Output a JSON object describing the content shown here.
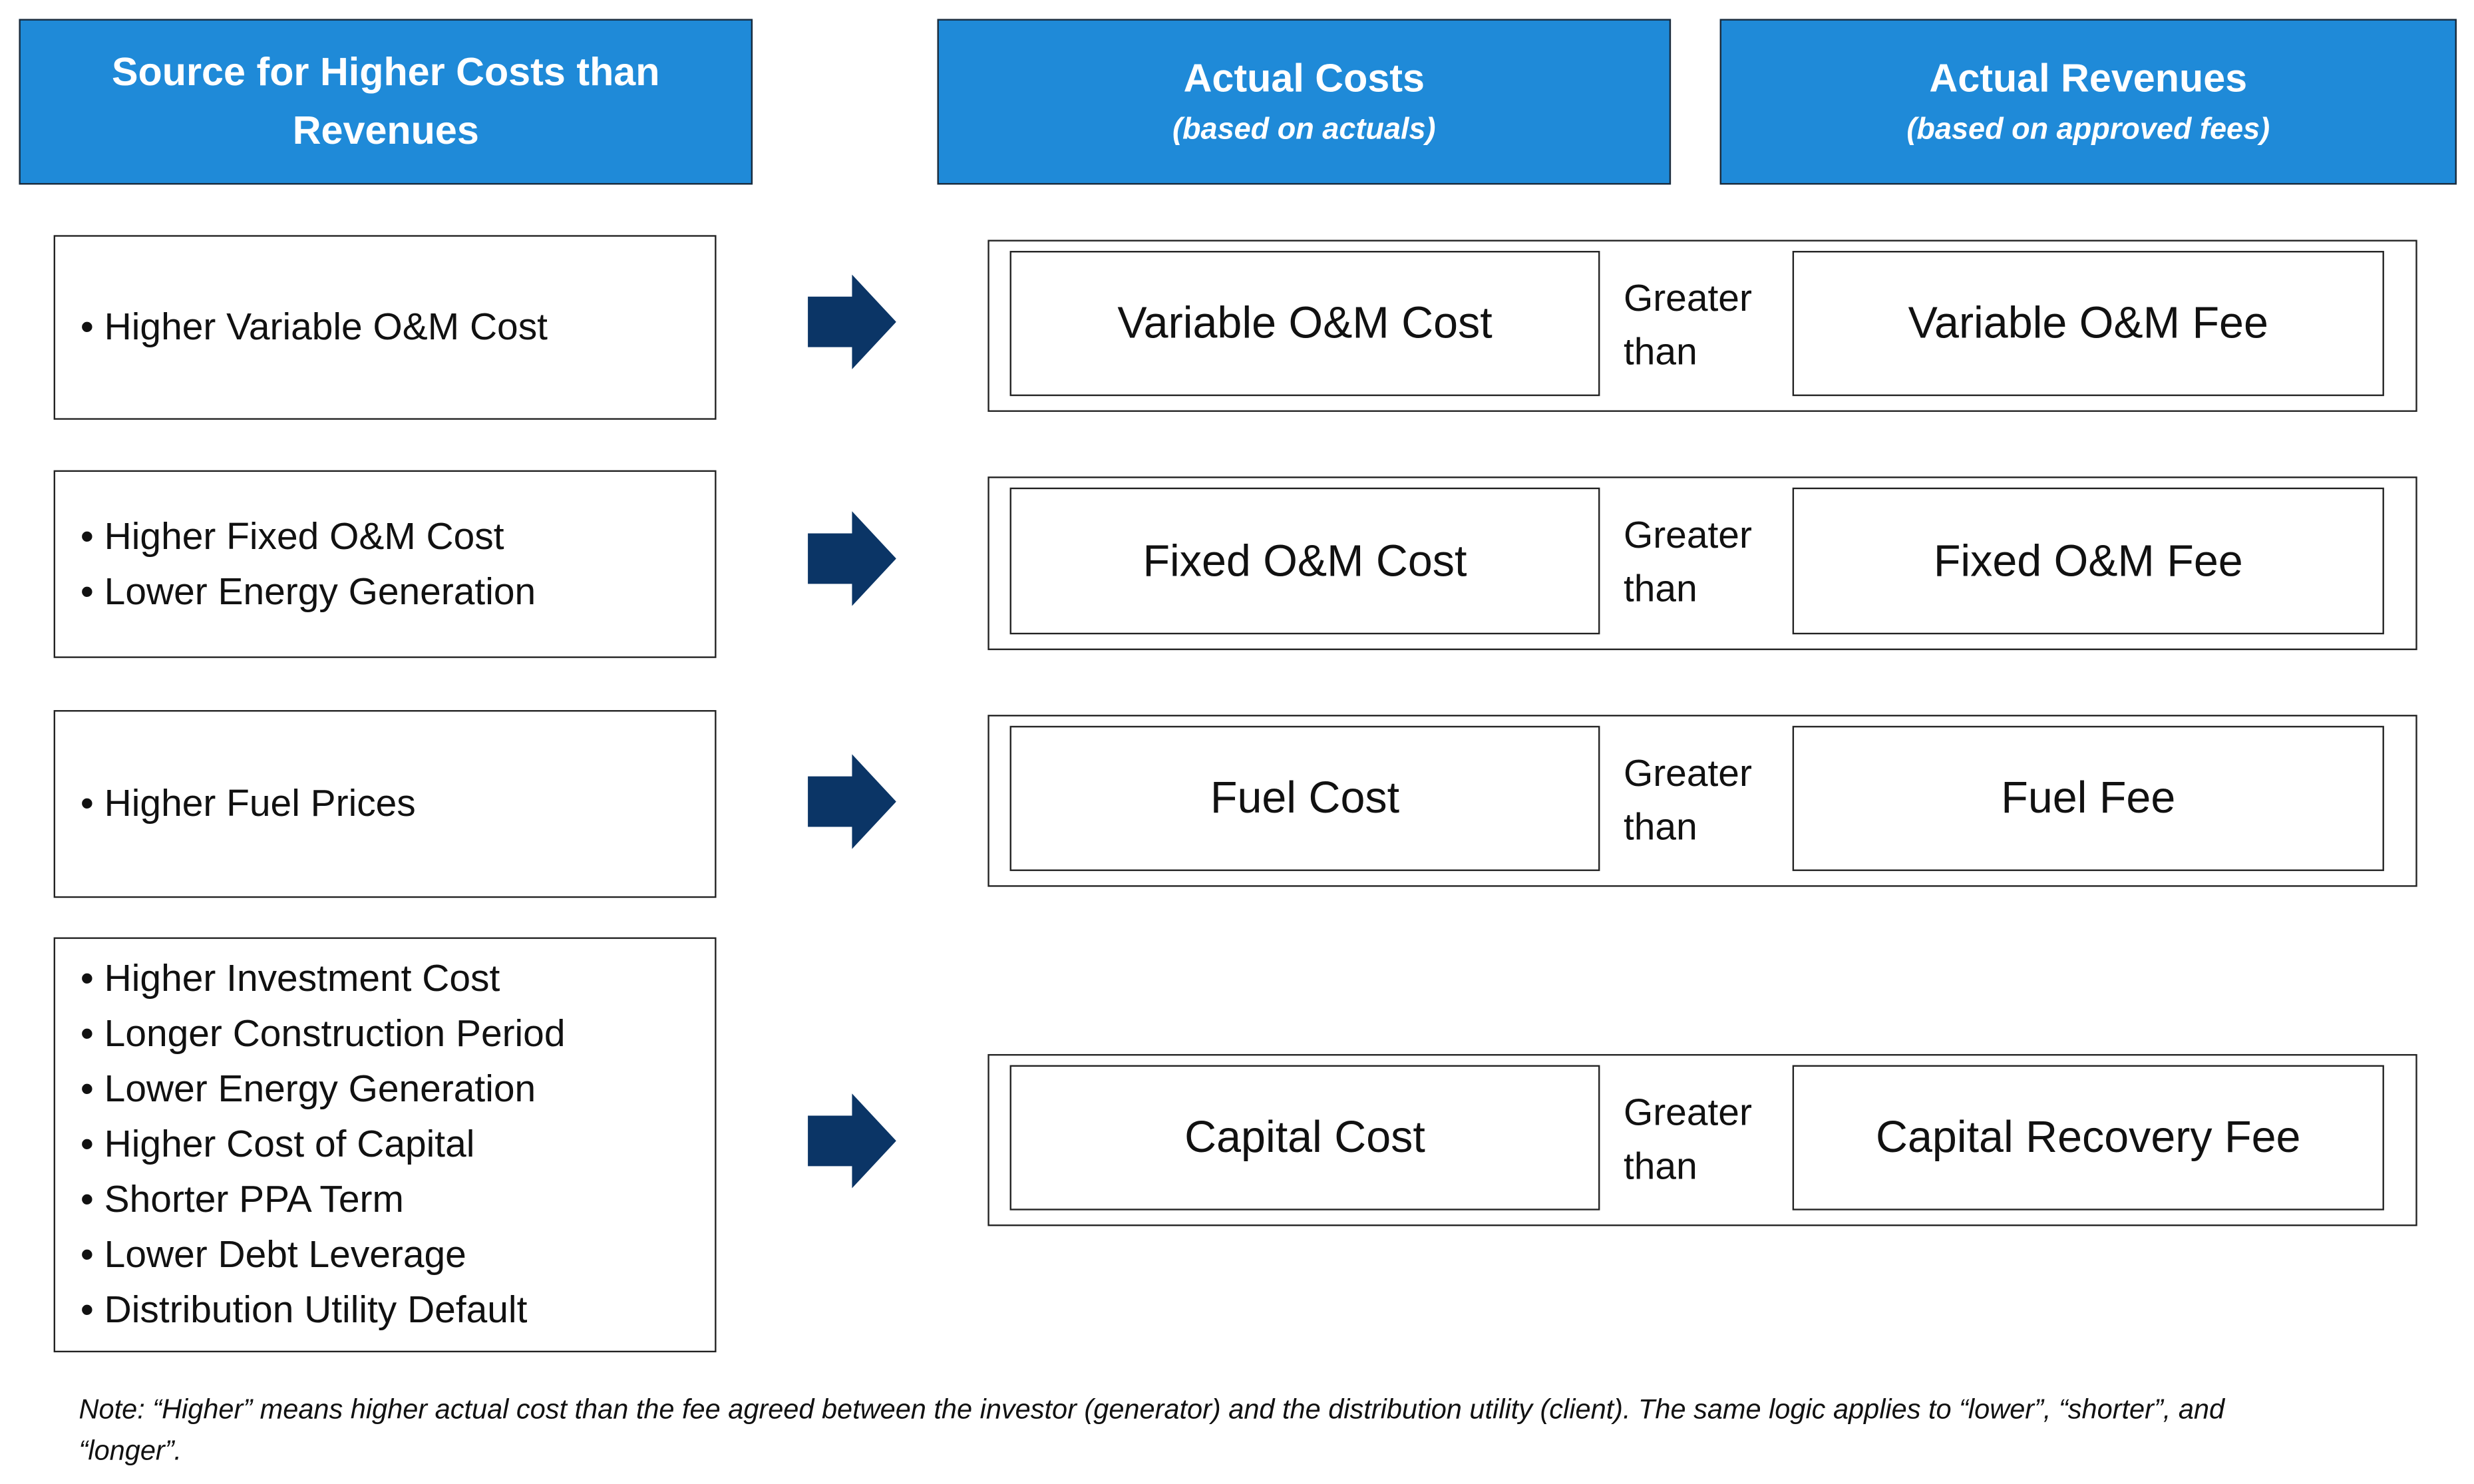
{
  "headers": {
    "source": {
      "title": "Source for Higher Costs than Revenues"
    },
    "costs": {
      "title": "Actual Costs",
      "subtitle": "(based on actuals)"
    },
    "revenues": {
      "title": "Actual Revenues",
      "subtitle": "(based on approved fees)"
    }
  },
  "colors": {
    "header_fill": "#1f8ad8",
    "arrow": "#0b3566"
  },
  "rows": [
    {
      "sources": [
        "Higher Variable O&M Cost"
      ],
      "cost": "Variable O&M Cost",
      "relation": "Greater than",
      "fee": "Variable O&M Fee",
      "icon": "arrow-right-icon"
    },
    {
      "sources": [
        "Higher Fixed O&M Cost",
        "Lower Energy Generation"
      ],
      "cost": "Fixed O&M Cost",
      "relation": "Greater than",
      "fee": "Fixed O&M Fee",
      "icon": "arrow-right-icon"
    },
    {
      "sources": [
        "Higher Fuel Prices"
      ],
      "cost": "Fuel Cost",
      "relation": "Greater than",
      "fee": "Fuel Fee",
      "icon": "arrow-right-icon"
    },
    {
      "sources": [
        "Higher Investment Cost",
        "Longer Construction Period",
        "Lower Energy Generation",
        "Higher Cost of Capital",
        "Shorter PPA Term",
        "Lower Debt Leverage",
        "Distribution Utility Default"
      ],
      "cost": "Capital Cost",
      "relation": "Greater than",
      "fee": "Capital Recovery Fee",
      "icon": "arrow-right-icon"
    }
  ],
  "note": "Note: “Higher” means higher actual cost than the fee agreed between the investor (generator) and the distribution utility (client). The same logic applies to “lower”, “shorter”, and “longer”."
}
